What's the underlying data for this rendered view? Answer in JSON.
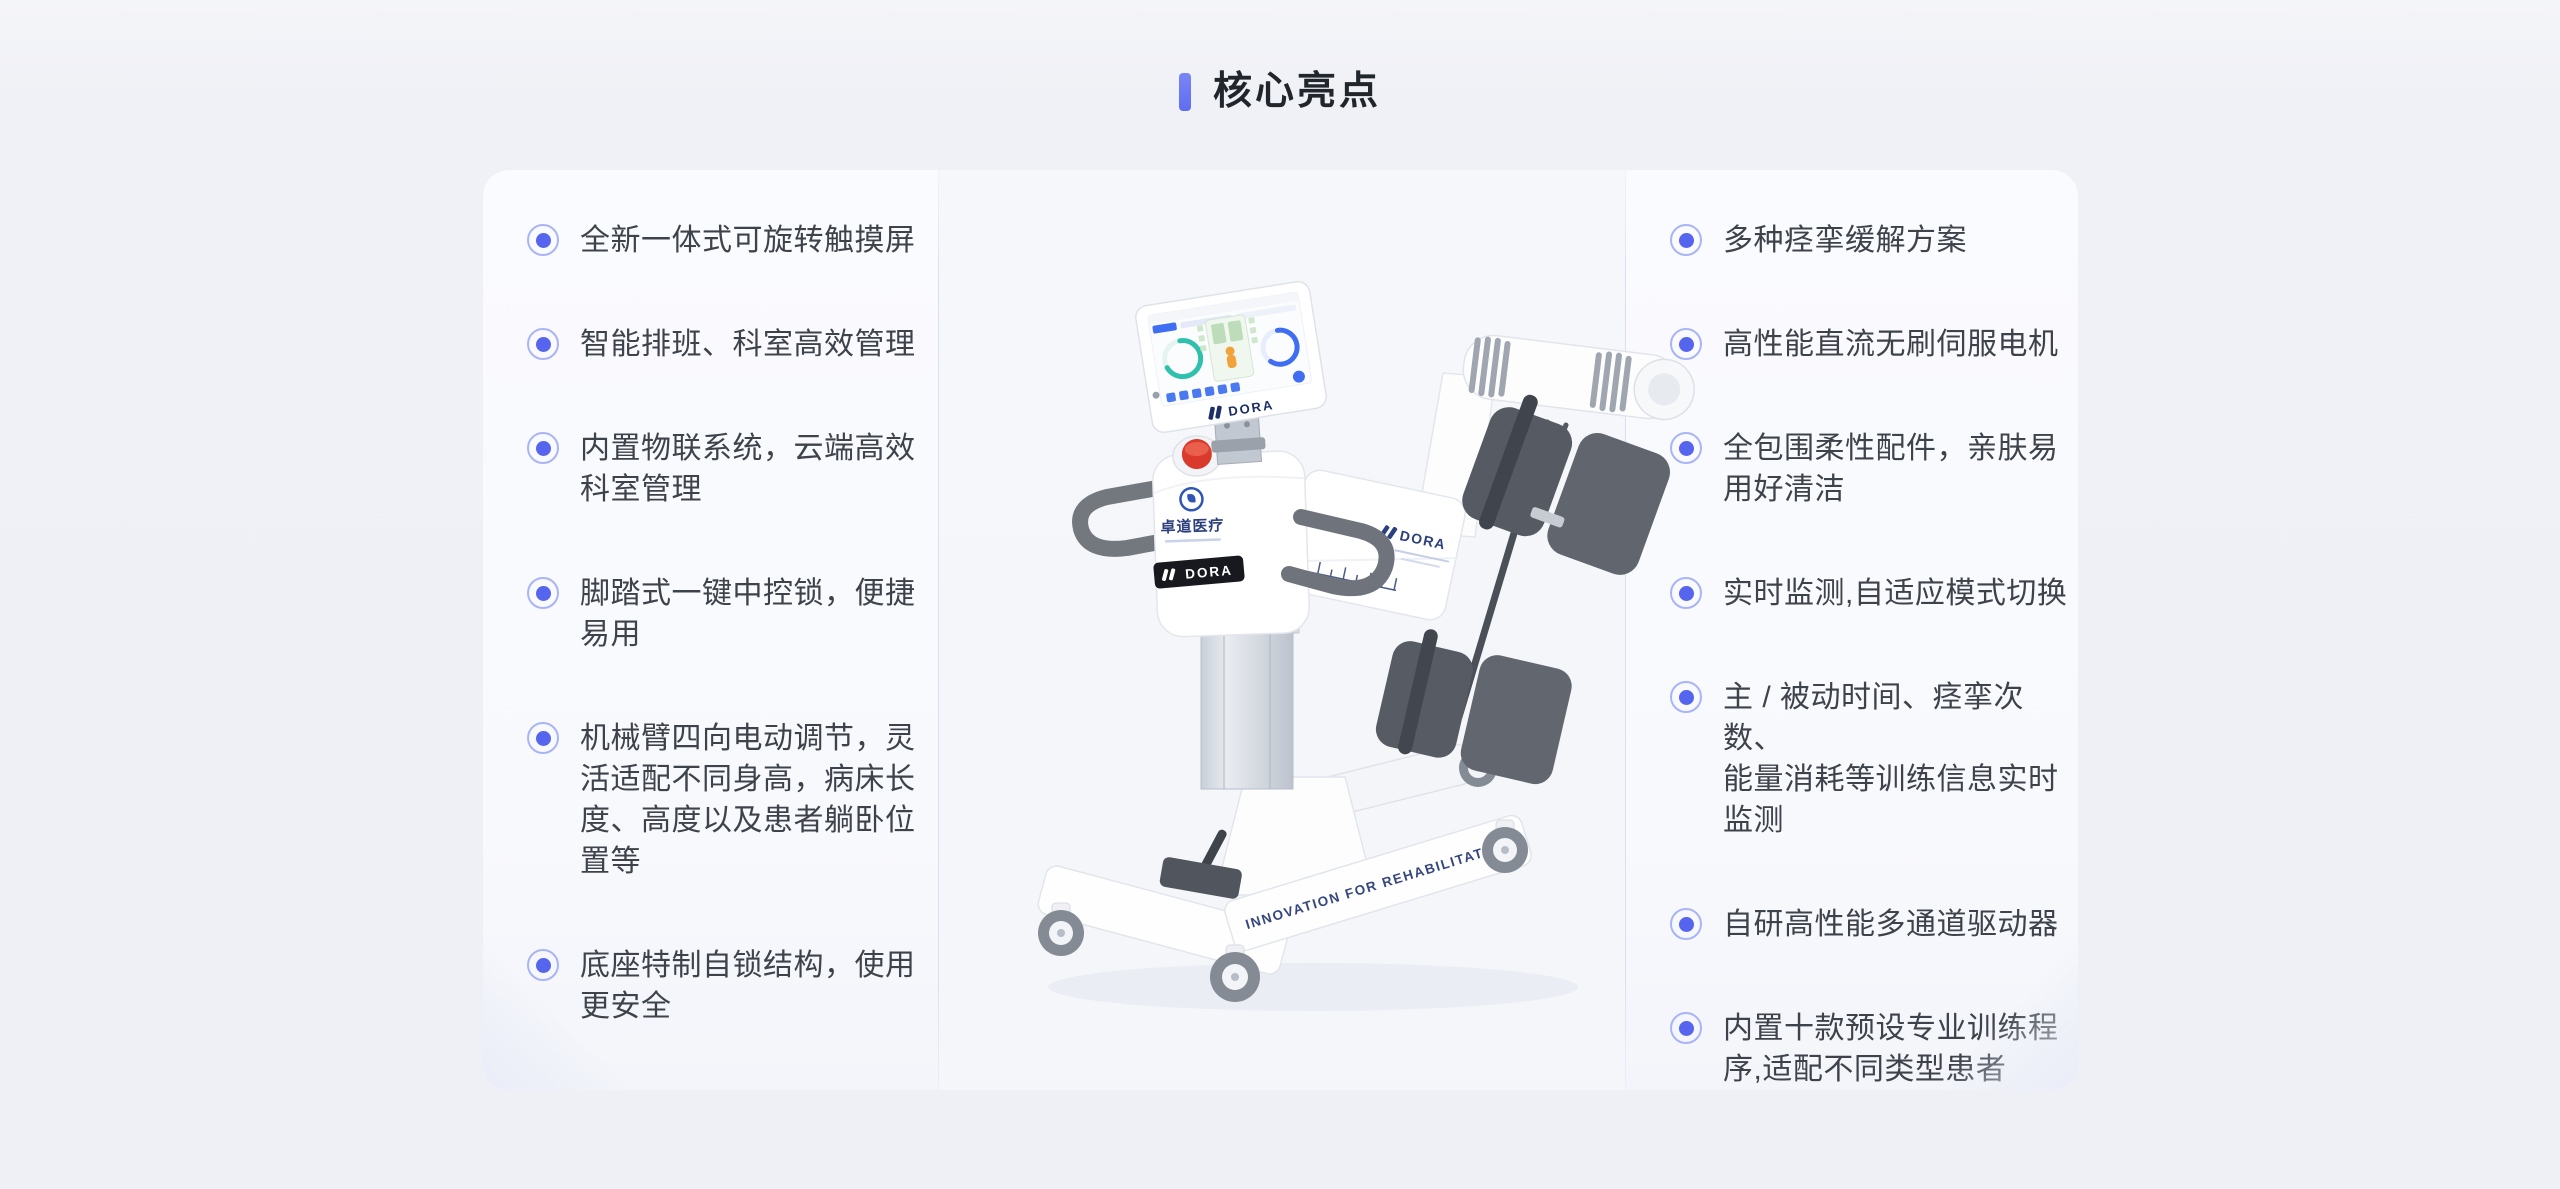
{
  "header": {
    "title": "核心亮点"
  },
  "panels": {
    "left": {
      "items": [
        "全新一体式可旋转触摸屏",
        "智能排班、科室高效管理",
        "内置物联系统，云端高效\n科室管理",
        "脚踏式一键中控锁，便捷\n易用",
        "机械臂四向电动调节，灵\n活适配不同身高，病床长\n度、高度以及患者躺卧位\n置等",
        "底座特制自锁结构，使用\n更安全"
      ]
    },
    "right": {
      "items": [
        "多种痉挛缓解方案",
        "高性能直流无刷伺服电机",
        "全包围柔性配件，亲肤易\n用好清洁",
        "实时监测,自适应模式切换",
        "主 / 被动时间、痉挛次数、\n能量消耗等训练信息实时\n监测",
        "自研高性能多通道驱动器",
        "内置十款预设专业训练程\n序,适配不同类型患者"
      ]
    }
  },
  "device": {
    "brand_cn": "卓道医疗",
    "badge": "DORA",
    "screen_brand": "DORA",
    "shoulder_brand": "DORA",
    "base_slogan": "INNOVATION FOR REHABILITATION"
  },
  "colors": {
    "accent": "#6472f1",
    "bullet_dot": "#5565ee",
    "bullet_ring": "#a9b4f8",
    "page_bg": "#f0f1f6",
    "card_bg": "#fafbfe",
    "text": "#3e434b",
    "title": "#21252c",
    "logo_navy": "#2c3f7e",
    "estop_red": "#d93a2b"
  }
}
